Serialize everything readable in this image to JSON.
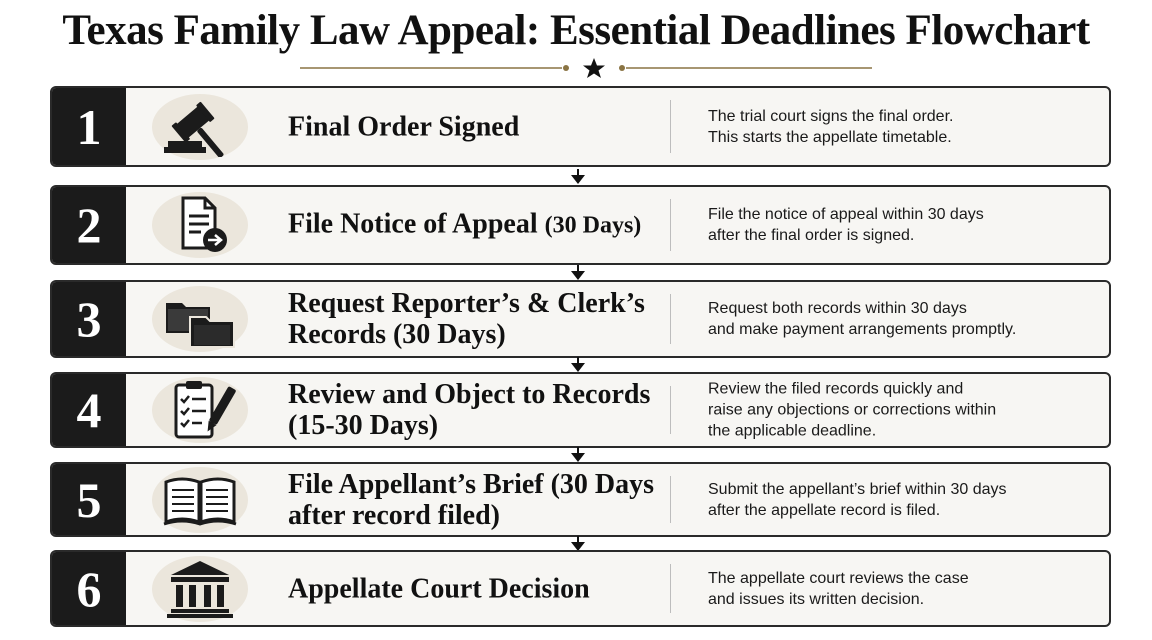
{
  "title": "Texas Family Law Appeal: Essential Deadlines Flowchart",
  "colors": {
    "number_bg": "#1b1b1b",
    "card_bg": "#f7f6f3",
    "icon_bg": "#ebe6dc",
    "ornament": "#8a7443"
  },
  "steps": [
    {
      "number": "1",
      "icon": "gavel-icon",
      "title": "Final Order Signed",
      "title_sub": "",
      "description_lines": [
        "The trial court signs the final order.",
        "This starts the appellate timetable."
      ]
    },
    {
      "number": "2",
      "icon": "document-arrow-icon",
      "title": "File Notice of Appeal",
      "title_sub": "(30 Days)",
      "description_lines": [
        "File the notice of appeal within 30 days",
        "after the final order is signed."
      ]
    },
    {
      "number": "3",
      "icon": "folders-icon",
      "title": "Request Reporter’s & Clerk’s Records (30 Days)",
      "title_sub": "",
      "description_lines": [
        "Request both records within 30 days",
        "and make payment arrangements promptly."
      ]
    },
    {
      "number": "4",
      "icon": "clipboard-checklist-icon",
      "title": "Review and Object to Records (15-30 Days)",
      "title_sub": "",
      "description_lines": [
        "Review the filed records quickly and",
        "raise any objections or corrections within",
        "the applicable deadline."
      ]
    },
    {
      "number": "5",
      "icon": "open-book-icon",
      "title": "File Appellant’s Brief (30 Days after record filed)",
      "title_sub": "",
      "description_lines": [
        "Submit the appellant’s brief within 30 days",
        "after the appellate record is filed."
      ]
    },
    {
      "number": "6",
      "icon": "courthouse-icon",
      "title": "Appellate Court Decision",
      "title_sub": "",
      "description_lines": [
        "The appellate court reviews the case",
        "and issues its written decision."
      ]
    }
  ]
}
